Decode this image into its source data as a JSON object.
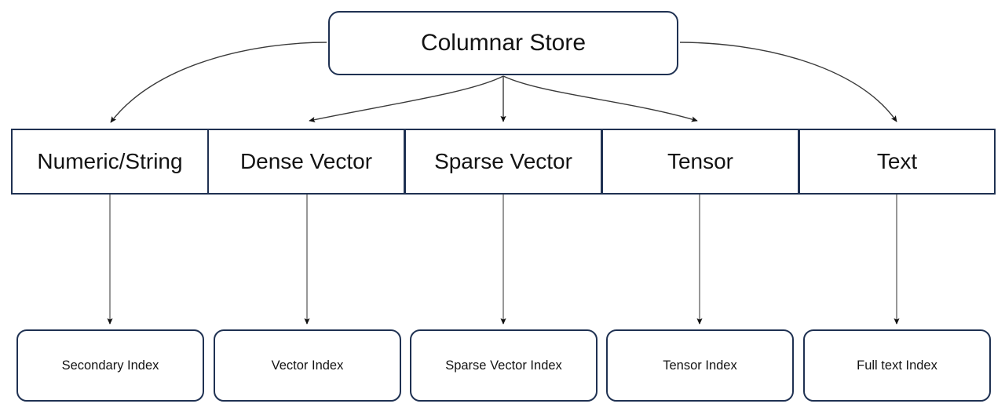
{
  "diagram": {
    "title_node": {
      "label": "Columnar Store"
    },
    "column_types": [
      {
        "label": "Numeric/String"
      },
      {
        "label": "Dense Vector"
      },
      {
        "label": "Sparse Vector"
      },
      {
        "label": "Tensor"
      },
      {
        "label": "Text"
      }
    ],
    "indexes": [
      {
        "label": "Secondary Index"
      },
      {
        "label": "Vector Index"
      },
      {
        "label": "Sparse Vector Index"
      },
      {
        "label": "Tensor Index"
      },
      {
        "label": "Full text Index"
      }
    ],
    "colors": {
      "border": "#1F3152",
      "edge": "#3a3a3a",
      "arrowhead": "#111111",
      "background": "#ffffff",
      "text": "#131313"
    }
  }
}
